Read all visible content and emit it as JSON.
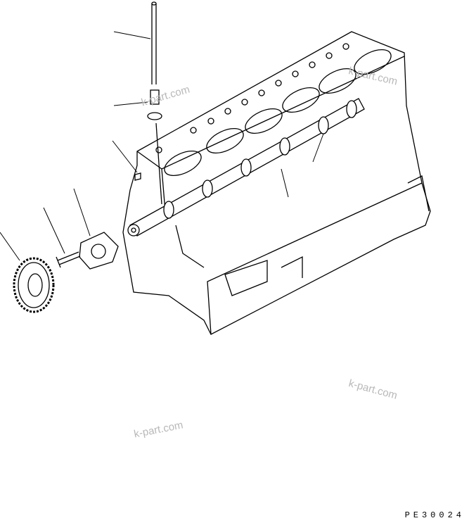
{
  "diagram": {
    "drawing_code": "PE30024",
    "watermarks": [
      "k-part.com",
      "k-part.com",
      "k-part.com",
      "k-part.com"
    ],
    "line_color": "#000000",
    "watermark_color": "#b8b8b8"
  }
}
